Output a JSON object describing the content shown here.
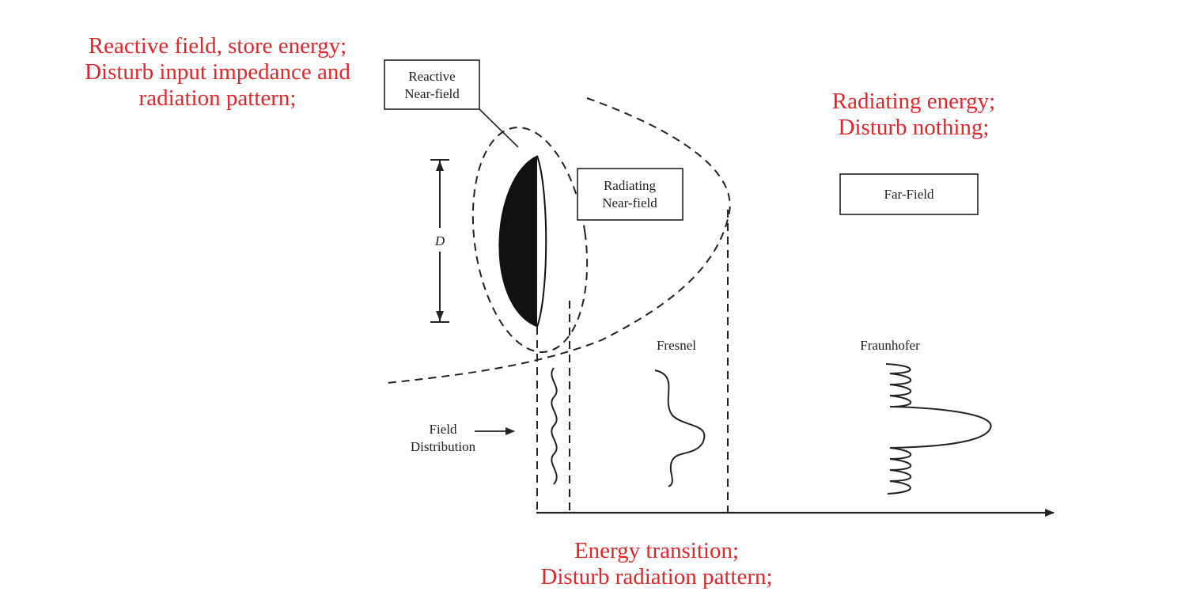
{
  "annotations": {
    "reactive": [
      "Reactive field, store energy;",
      "Disturb input impedance and",
      "radiation pattern;"
    ],
    "radiating": [
      "Radiating energy;",
      "Disturb nothing;"
    ],
    "transition": [
      "Energy transition;",
      "Disturb radiation pattern;"
    ]
  },
  "boxes": {
    "reactive": [
      "Reactive",
      "Near-field"
    ],
    "radiating": [
      "Radiating",
      "Near-field"
    ],
    "far": [
      "Far-Field"
    ]
  },
  "labels": {
    "dimension": "D",
    "fresnel": "Fresnel",
    "fraunhofer": "Fraunhofer",
    "field_distribution": [
      "Field",
      "Distribution"
    ]
  },
  "colors": {
    "annotation": "#e3262a",
    "line": "#222222"
  }
}
